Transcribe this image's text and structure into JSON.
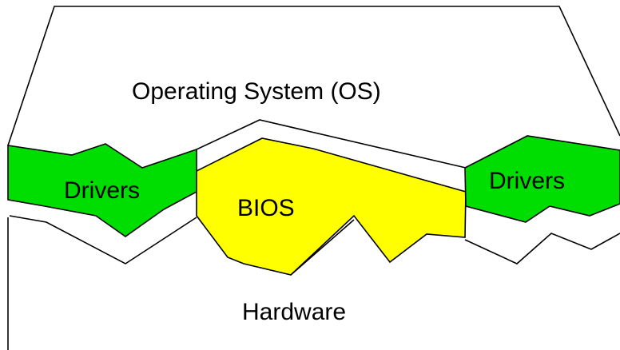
{
  "diagram": {
    "os_label": "Operating System (OS)",
    "drivers_left_label": "Drivers",
    "bios_label": "BIOS",
    "drivers_right_label": "Drivers",
    "hardware_label": "Hardware"
  },
  "colors": {
    "drivers": "#00dd00",
    "bios": "#ffff00",
    "outline": "#000000",
    "background": "#ffffff"
  }
}
